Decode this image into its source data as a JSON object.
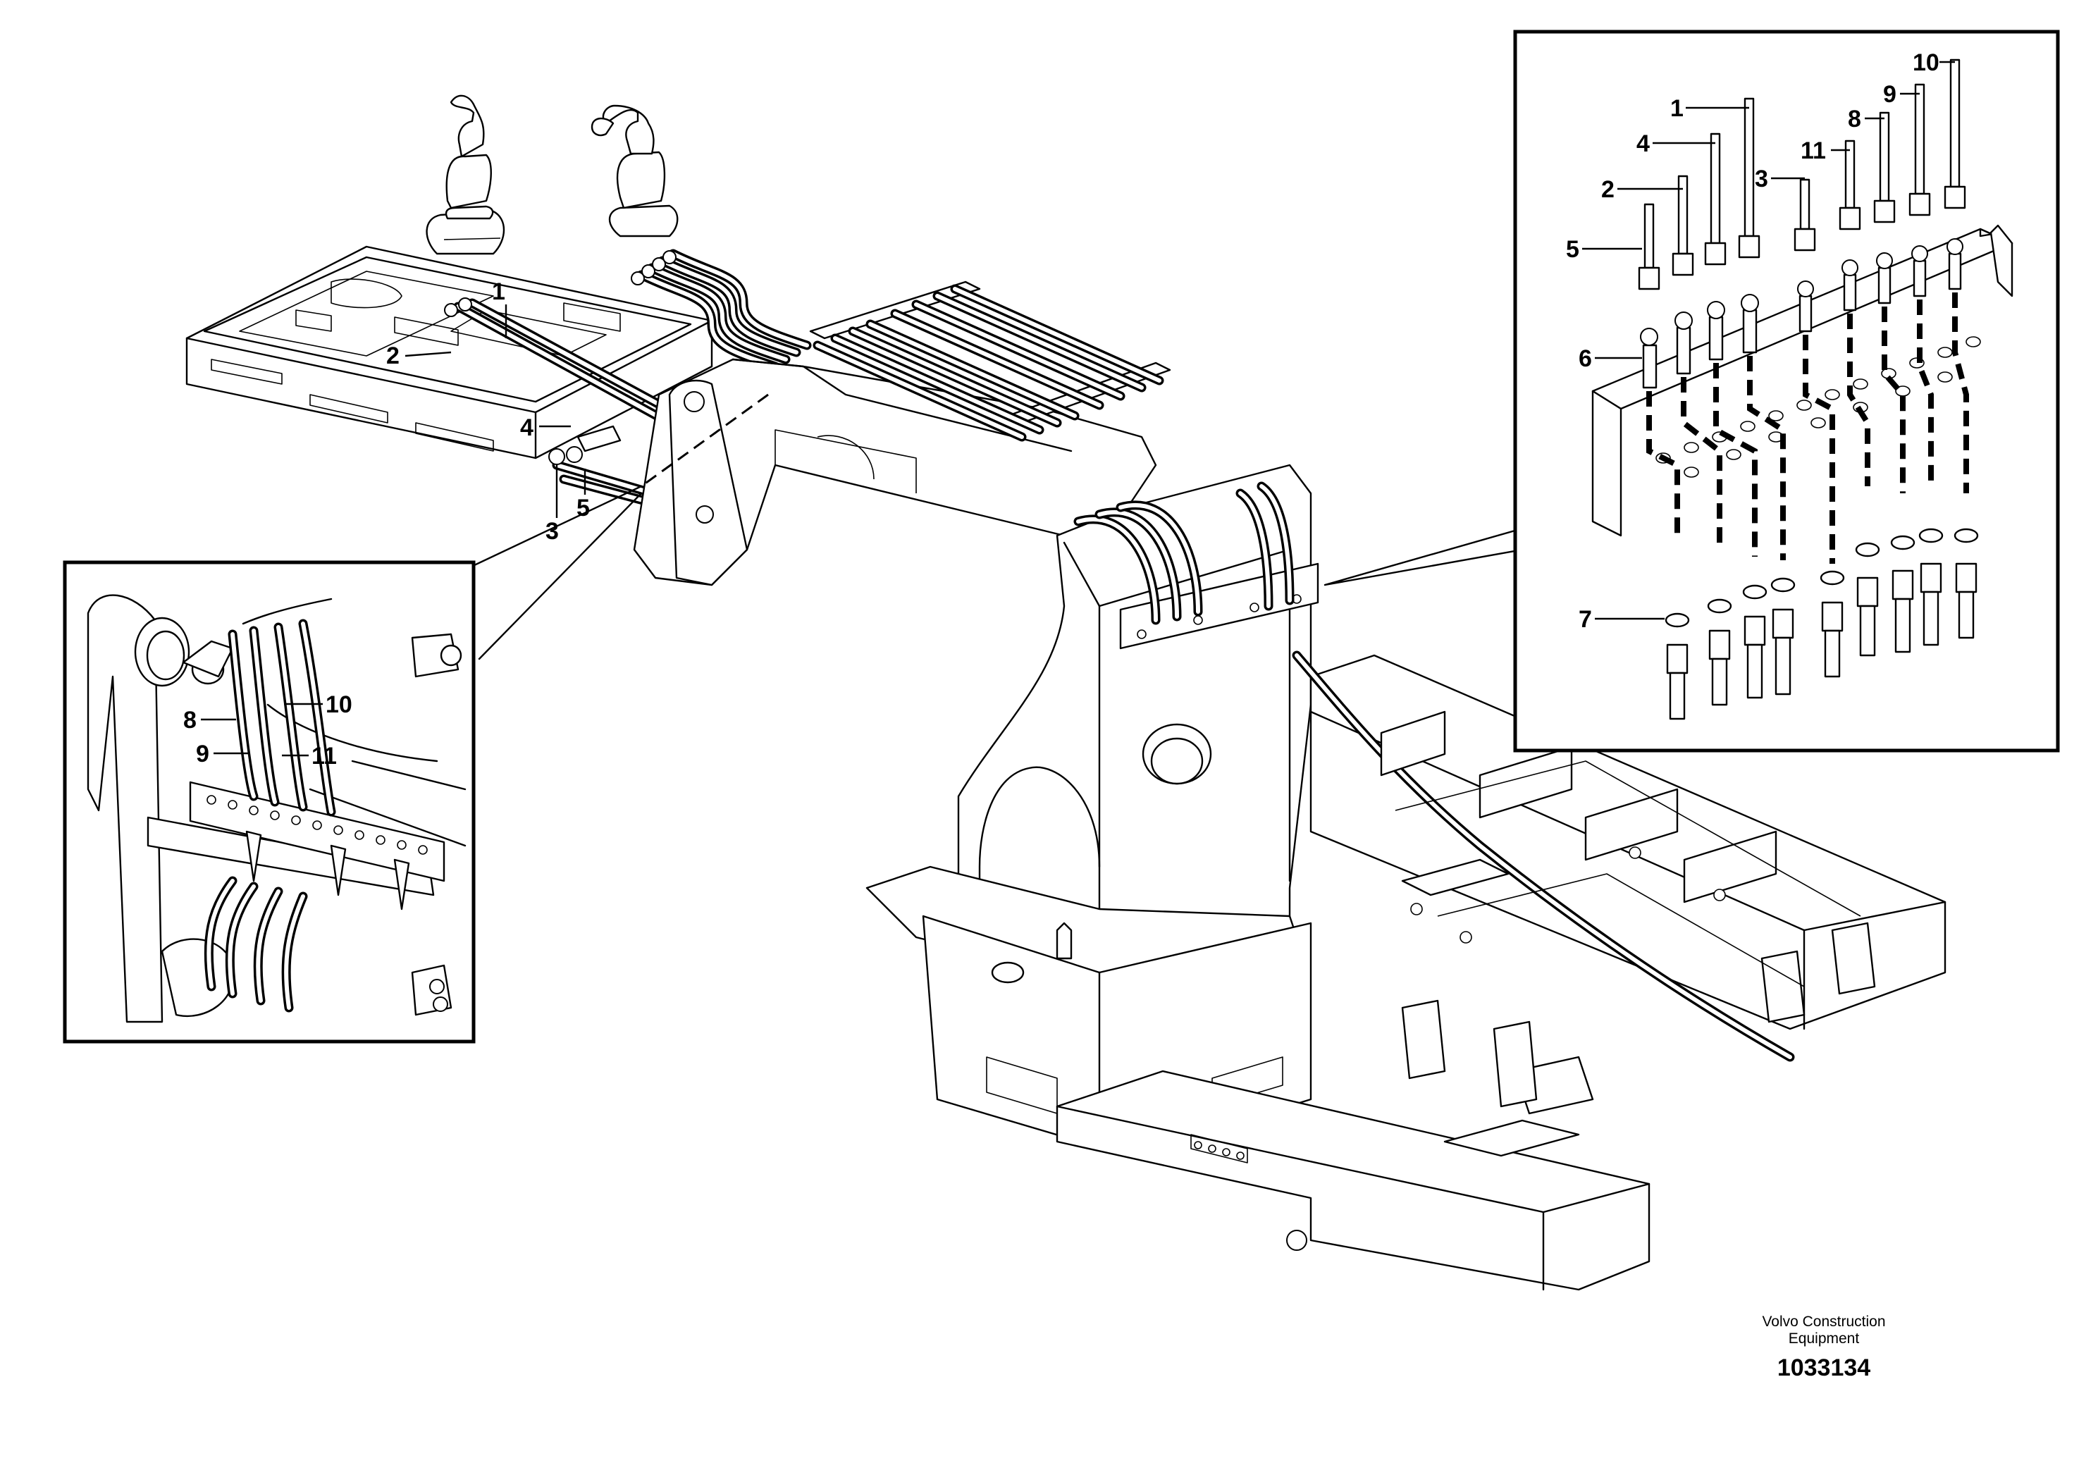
{
  "drawing": {
    "callouts": {
      "main": [
        "1",
        "2",
        "3",
        "4",
        "5"
      ],
      "detail_left": [
        "8",
        "9",
        "10",
        "11"
      ],
      "detail_right": [
        "1",
        "2",
        "3",
        "4",
        "5",
        "6",
        "7",
        "8",
        "9",
        "10",
        "11"
      ]
    }
  },
  "footer": {
    "company_line1": "Volvo Construction",
    "company_line2": "Equipment",
    "drawing_number": "1033134"
  }
}
